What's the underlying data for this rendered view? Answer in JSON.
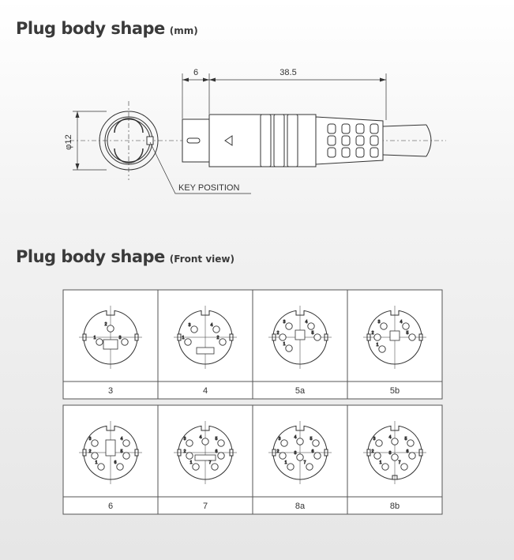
{
  "section1": {
    "title": "Plug body shape",
    "unit": "(mm)"
  },
  "section2": {
    "title": "Plug body shape",
    "subtitle": "(Front view)"
  },
  "dimensions": {
    "tip_length": "6",
    "body_length": "38.5",
    "diameter": "φ12"
  },
  "key_label": "KEY   POSITION",
  "connectors": {
    "row1": [
      {
        "label": "3",
        "pins": [
          "1",
          "2",
          "3"
        ]
      },
      {
        "label": "4",
        "pins": [
          "1",
          "2",
          "3",
          "4"
        ]
      },
      {
        "label": "5a",
        "pins": [
          "1",
          "2",
          "3",
          "4",
          "5"
        ]
      },
      {
        "label": "5b",
        "pins": [
          "1",
          "2",
          "3",
          "4",
          "5"
        ]
      }
    ],
    "row2": [
      {
        "label": "6",
        "pins": [
          "1",
          "2",
          "3",
          "4",
          "5",
          "6"
        ]
      },
      {
        "label": "7",
        "pins": [
          "1",
          "2",
          "3",
          "4",
          "5",
          "6",
          "7"
        ]
      },
      {
        "label": "8a",
        "pins": [
          "1",
          "2",
          "3",
          "4",
          "5",
          "6",
          "7",
          "8"
        ]
      },
      {
        "label": "8b",
        "pins": [
          "1",
          "2",
          "3",
          "4",
          "5",
          "6",
          "7",
          "8"
        ]
      }
    ]
  }
}
